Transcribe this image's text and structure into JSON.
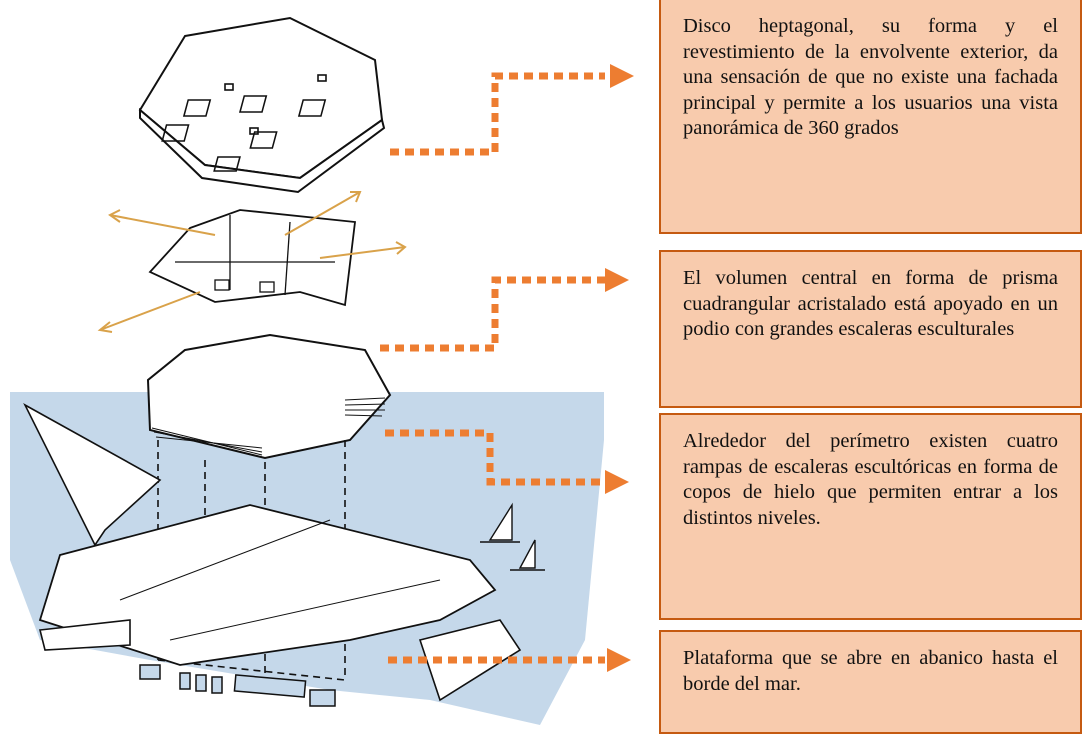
{
  "notes": [
    {
      "text": "Disco heptagonal, su forma y el revestimiento de la envolvente exterior, da una sensación de que no existe una fachada principal y permite a los usuarios una vista panorámica de 360 grados"
    },
    {
      "text": "El volumen central en forma de prisma cuadrangular acristalado está apoyado en un podio con grandes escaleras esculturales"
    },
    {
      "text": "Alrededor del perímetro existen cuatro rampas de escaleras escultóricas en forma de copos de hielo que permiten entrar a los distintos niveles."
    },
    {
      "text": "Plataforma que se abre en abanico hasta el borde del mar."
    }
  ],
  "colors": {
    "note_fill": "#f8cbad",
    "note_border": "#c55a11",
    "arrow": "#ed7d31",
    "sea": "#c5d8ea",
    "view_arrows": "#d9a24a"
  }
}
